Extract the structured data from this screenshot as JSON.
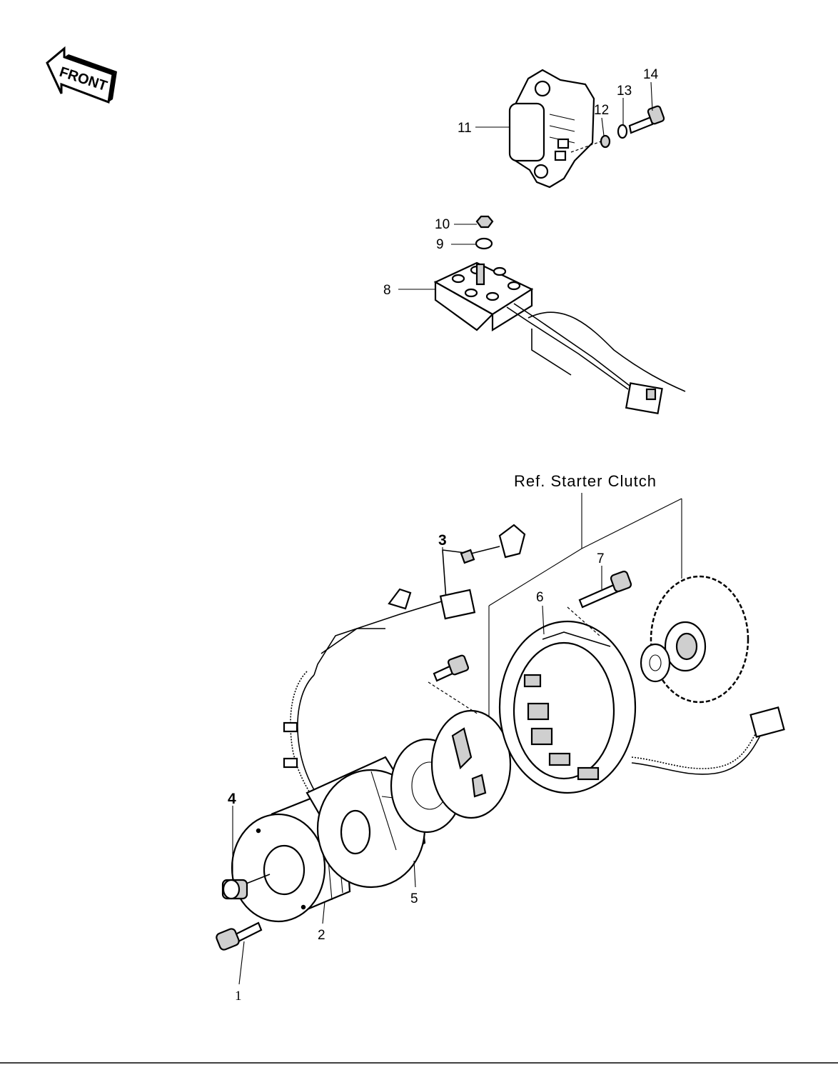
{
  "front_label": "FRONT",
  "reference_label": "Ref. Starter Clutch",
  "callouts": {
    "c1": "1",
    "c2": "2",
    "c3": "3",
    "c4": "4",
    "c5": "5",
    "c6": "6",
    "c7": "7",
    "c8": "8",
    "c9": "9",
    "c10": "10",
    "c11": "11",
    "c12": "12",
    "c13": "13",
    "c14": "14"
  }
}
